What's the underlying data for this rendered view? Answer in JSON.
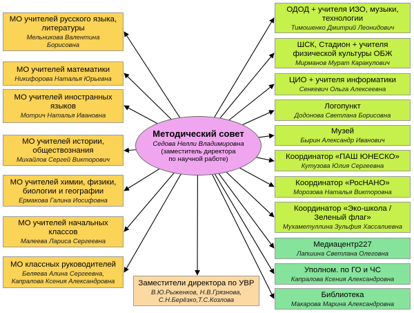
{
  "center": {
    "title": "Методический совет",
    "person": "Седова Нелли Владимировна",
    "role_line1": "(заместитель директора",
    "role_line2": "по научной работе)"
  },
  "left_boxes": [
    {
      "title": [
        "МО учителей русского языка,",
        "литературы"
      ],
      "person": [
        "Мельникова Валентина",
        "Борисовна"
      ]
    },
    {
      "title": [
        "МО учителей математики"
      ],
      "person": [
        "Никифорова Наталья Юрьевна"
      ]
    },
    {
      "title": [
        "МО учителей иностранных",
        "языков"
      ],
      "person": [
        "Мотрич Наталья Ивановна"
      ]
    },
    {
      "title": [
        "МО учителей истории,",
        "обществознания"
      ],
      "person": [
        "Михайлов Сергей Викторович"
      ]
    },
    {
      "title": [
        "МО учителей химии, физики,",
        "биологии и географии"
      ],
      "person": [
        "Ермакова Галина Иосифовна"
      ]
    },
    {
      "title": [
        "МО учителей начальных",
        "классов"
      ],
      "person": [
        "Малеева Лариса Сергеевна"
      ]
    },
    {
      "title": [
        "МО классных руководителей"
      ],
      "person": [
        "Беляева Алина Сергеевна,",
        "Капралова Ксения Александровна"
      ]
    }
  ],
  "right_boxes": [
    {
      "title": [
        "ОДОД + учителя ИЗО, музыки,",
        "технологии"
      ],
      "person": [
        "Тимошенко Дмитрий Леонидович"
      ]
    },
    {
      "title": [
        "ШСК, Стадион + учителя",
        "физической культуры ОБЖ"
      ],
      "person": [
        "Мирманов Мурат Каракулович"
      ]
    },
    {
      "title": [
        "ЦИО + учителя информатики"
      ],
      "person": [
        "Сенкевич Ольга Алексеевна"
      ]
    },
    {
      "title": [
        "Логопункт"
      ],
      "person": [
        "Додонова Светлана Борисовна"
      ]
    },
    {
      "title": [
        "Музей"
      ],
      "person": [
        "Бырин Александр Иванович"
      ]
    },
    {
      "title": [
        "Координатор «ПАШ ЮНЕСКО»"
      ],
      "person": [
        "Кутузова Юлия Сергеевна"
      ]
    },
    {
      "title": [
        "Координатор «РосНАНО»"
      ],
      "person": [
        "Морозова Наталья Викторовна"
      ]
    },
    {
      "title": [
        "Координатор «Эко-школа /",
        "Зеленый флаг»"
      ],
      "person": [
        "Мухаметуллина Зульфия Хассалиевна"
      ]
    },
    {
      "title": [
        "Медиацентр227"
      ],
      "person": [
        "Лапшина Светлана Олеговна"
      ]
    },
    {
      "title": [
        "Уполном. по ГО и ЧС"
      ],
      "person": [
        "Капралова Ксения Александровна"
      ]
    },
    {
      "title": [
        "Библиотека"
      ],
      "person": [
        "Макарова Марина Александровна"
      ]
    }
  ],
  "bottom_box": {
    "title": [
      "Заместители директора по УВР"
    ],
    "person": [
      "В.Ю.Рыженков, Н.В.Грязнова,",
      "С.Н.Берёзко,Т.С.Козлова"
    ]
  }
}
